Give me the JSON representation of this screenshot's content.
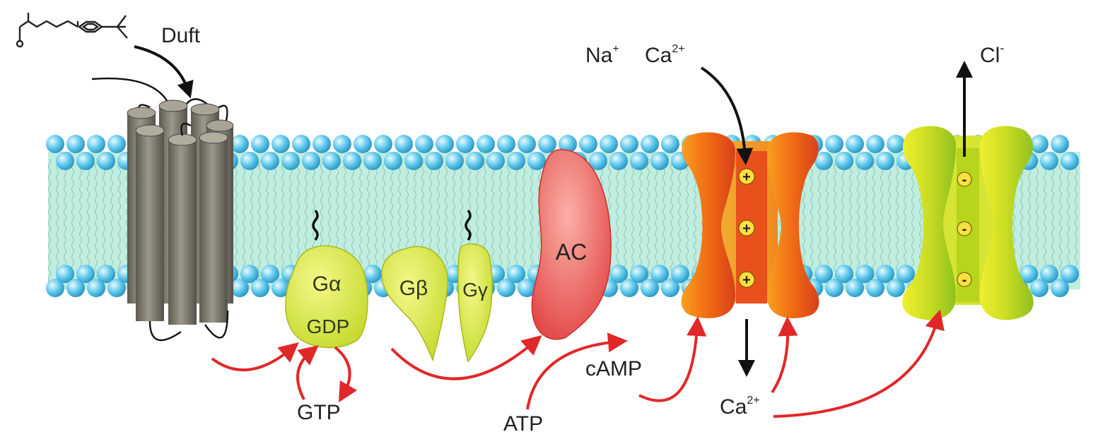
{
  "labels": {
    "odorant": "Duft",
    "na_ion": "Na",
    "na_charge": "+",
    "ca_ion_top": "Ca",
    "ca_charge_top": "2+",
    "cl_ion": "Cl",
    "cl_charge": "-",
    "g_alpha": "Gα",
    "gdp": "GDP",
    "g_beta": "Gβ",
    "g_gamma": "Gγ",
    "ac": "AC",
    "gtp": "GTP",
    "camp": "cAMP",
    "atp": "ATP",
    "ca_ion_bottom": "Ca",
    "ca_charge_bottom": "2+"
  },
  "channel_signs": {
    "cation_channel": [
      "+",
      "+",
      "+"
    ],
    "anion_channel": [
      "-",
      "-",
      "-"
    ]
  },
  "colors": {
    "membrane": "#bfeee0",
    "head": "#5ec8ec",
    "receptor": "#8a8676",
    "g_protein": "#d8e640",
    "adenylyl_cyclase": "#ee5a58",
    "cation_channel": "#f06a14",
    "anion_channel": "#c8dc22",
    "signal_arrow": "#e02828"
  }
}
